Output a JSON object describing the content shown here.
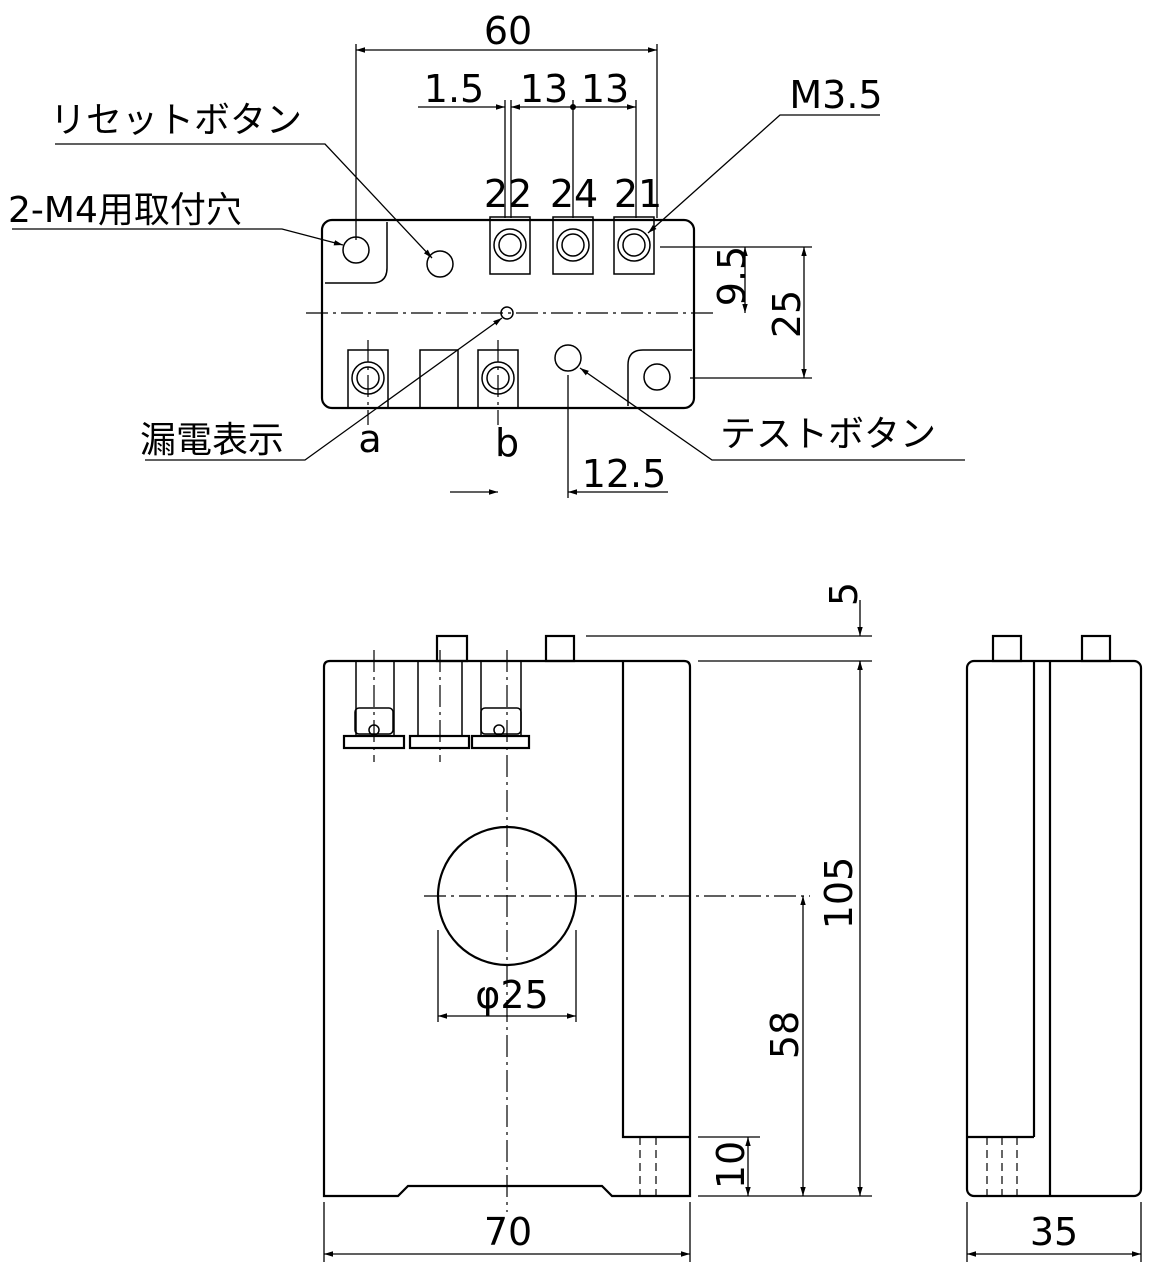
{
  "top_view": {
    "dim_width": "60",
    "dim_offset_a": "1.5",
    "dim_pitch_1": "13",
    "dim_pitch_2": "13",
    "screw_size": "M3.5",
    "reset_button": "リセットボタン",
    "mount_holes": "2-M4用取付穴",
    "terminal_22": "22",
    "terminal_24": "24",
    "terminal_21": "21",
    "dim_9_5": "9.5",
    "dim_25": "25",
    "leak_indicator": "漏電表示",
    "terminal_a": "a",
    "terminal_b": "b",
    "test_button": "テストボタン",
    "dim_12_5": "12.5"
  },
  "front_view": {
    "dim_5": "5",
    "dim_105": "105",
    "dim_phi": "φ25",
    "dim_58": "58",
    "dim_10": "10",
    "dim_70": "70"
  },
  "side_view": {
    "dim_35": "35"
  }
}
